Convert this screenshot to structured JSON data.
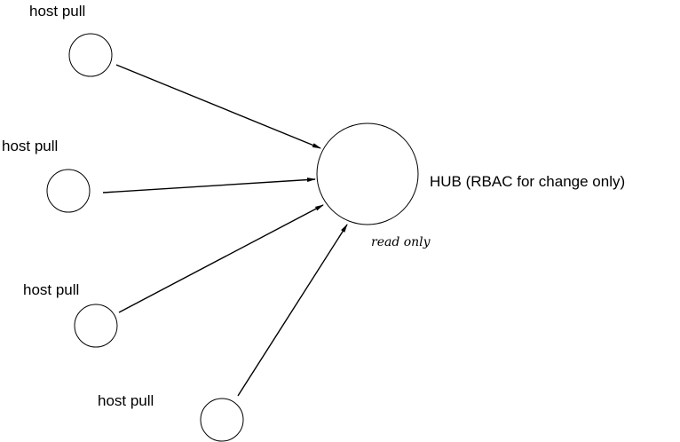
{
  "hub": {
    "label": "HUB (RBAC for change only)",
    "sublabel": "read only"
  },
  "hosts": [
    {
      "label": "host pull"
    },
    {
      "label": "host pull"
    },
    {
      "label": "host pull"
    },
    {
      "label": "host pull"
    }
  ]
}
